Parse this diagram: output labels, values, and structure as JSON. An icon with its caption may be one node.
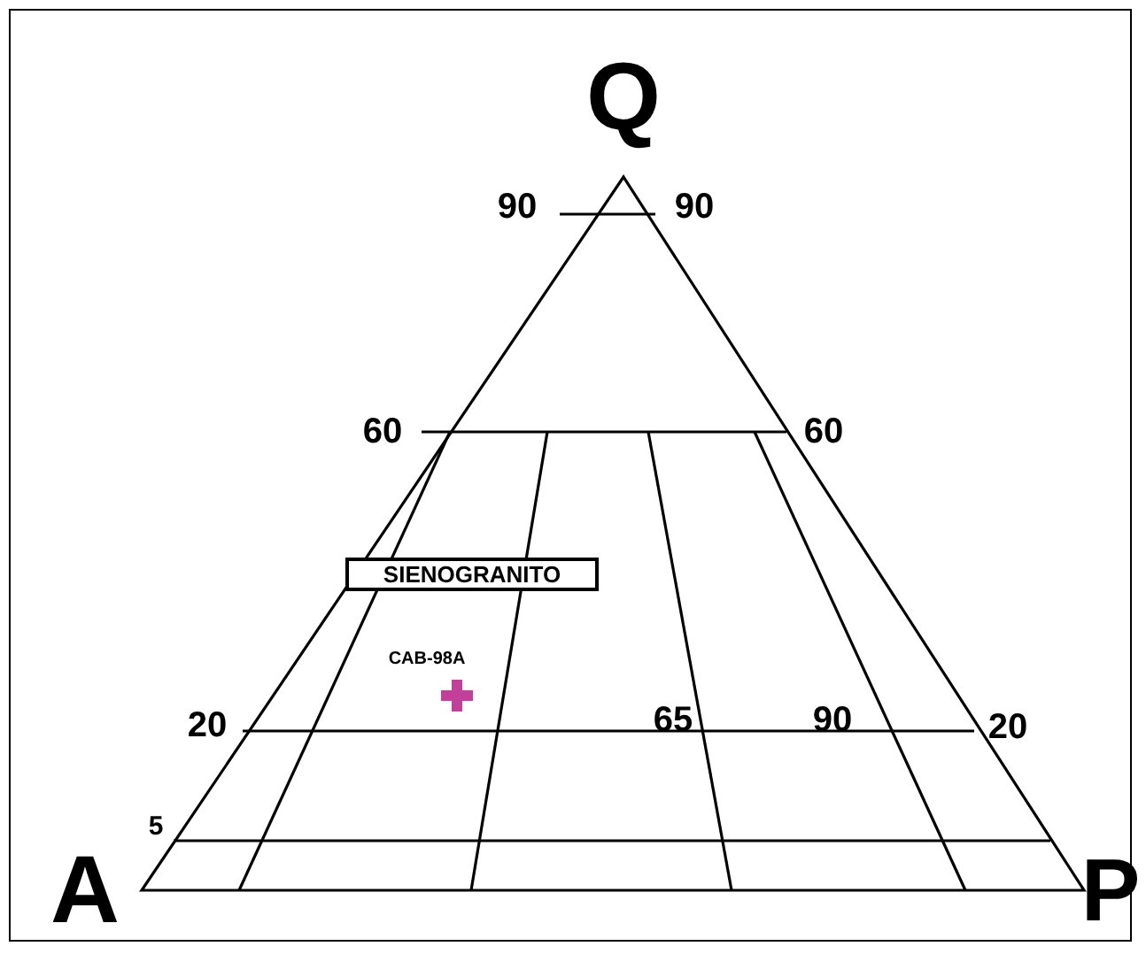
{
  "diagram": {
    "nodes": [
      {
        "text": [
          "SIENOGRANITO"
        ]
      }
    ],
    "labels": [
      "Q",
      "90",
      "90",
      "60",
      "60",
      "CAB-98A",
      "20",
      "65",
      "90",
      "20",
      "5",
      "A",
      "P"
    ]
  }
}
